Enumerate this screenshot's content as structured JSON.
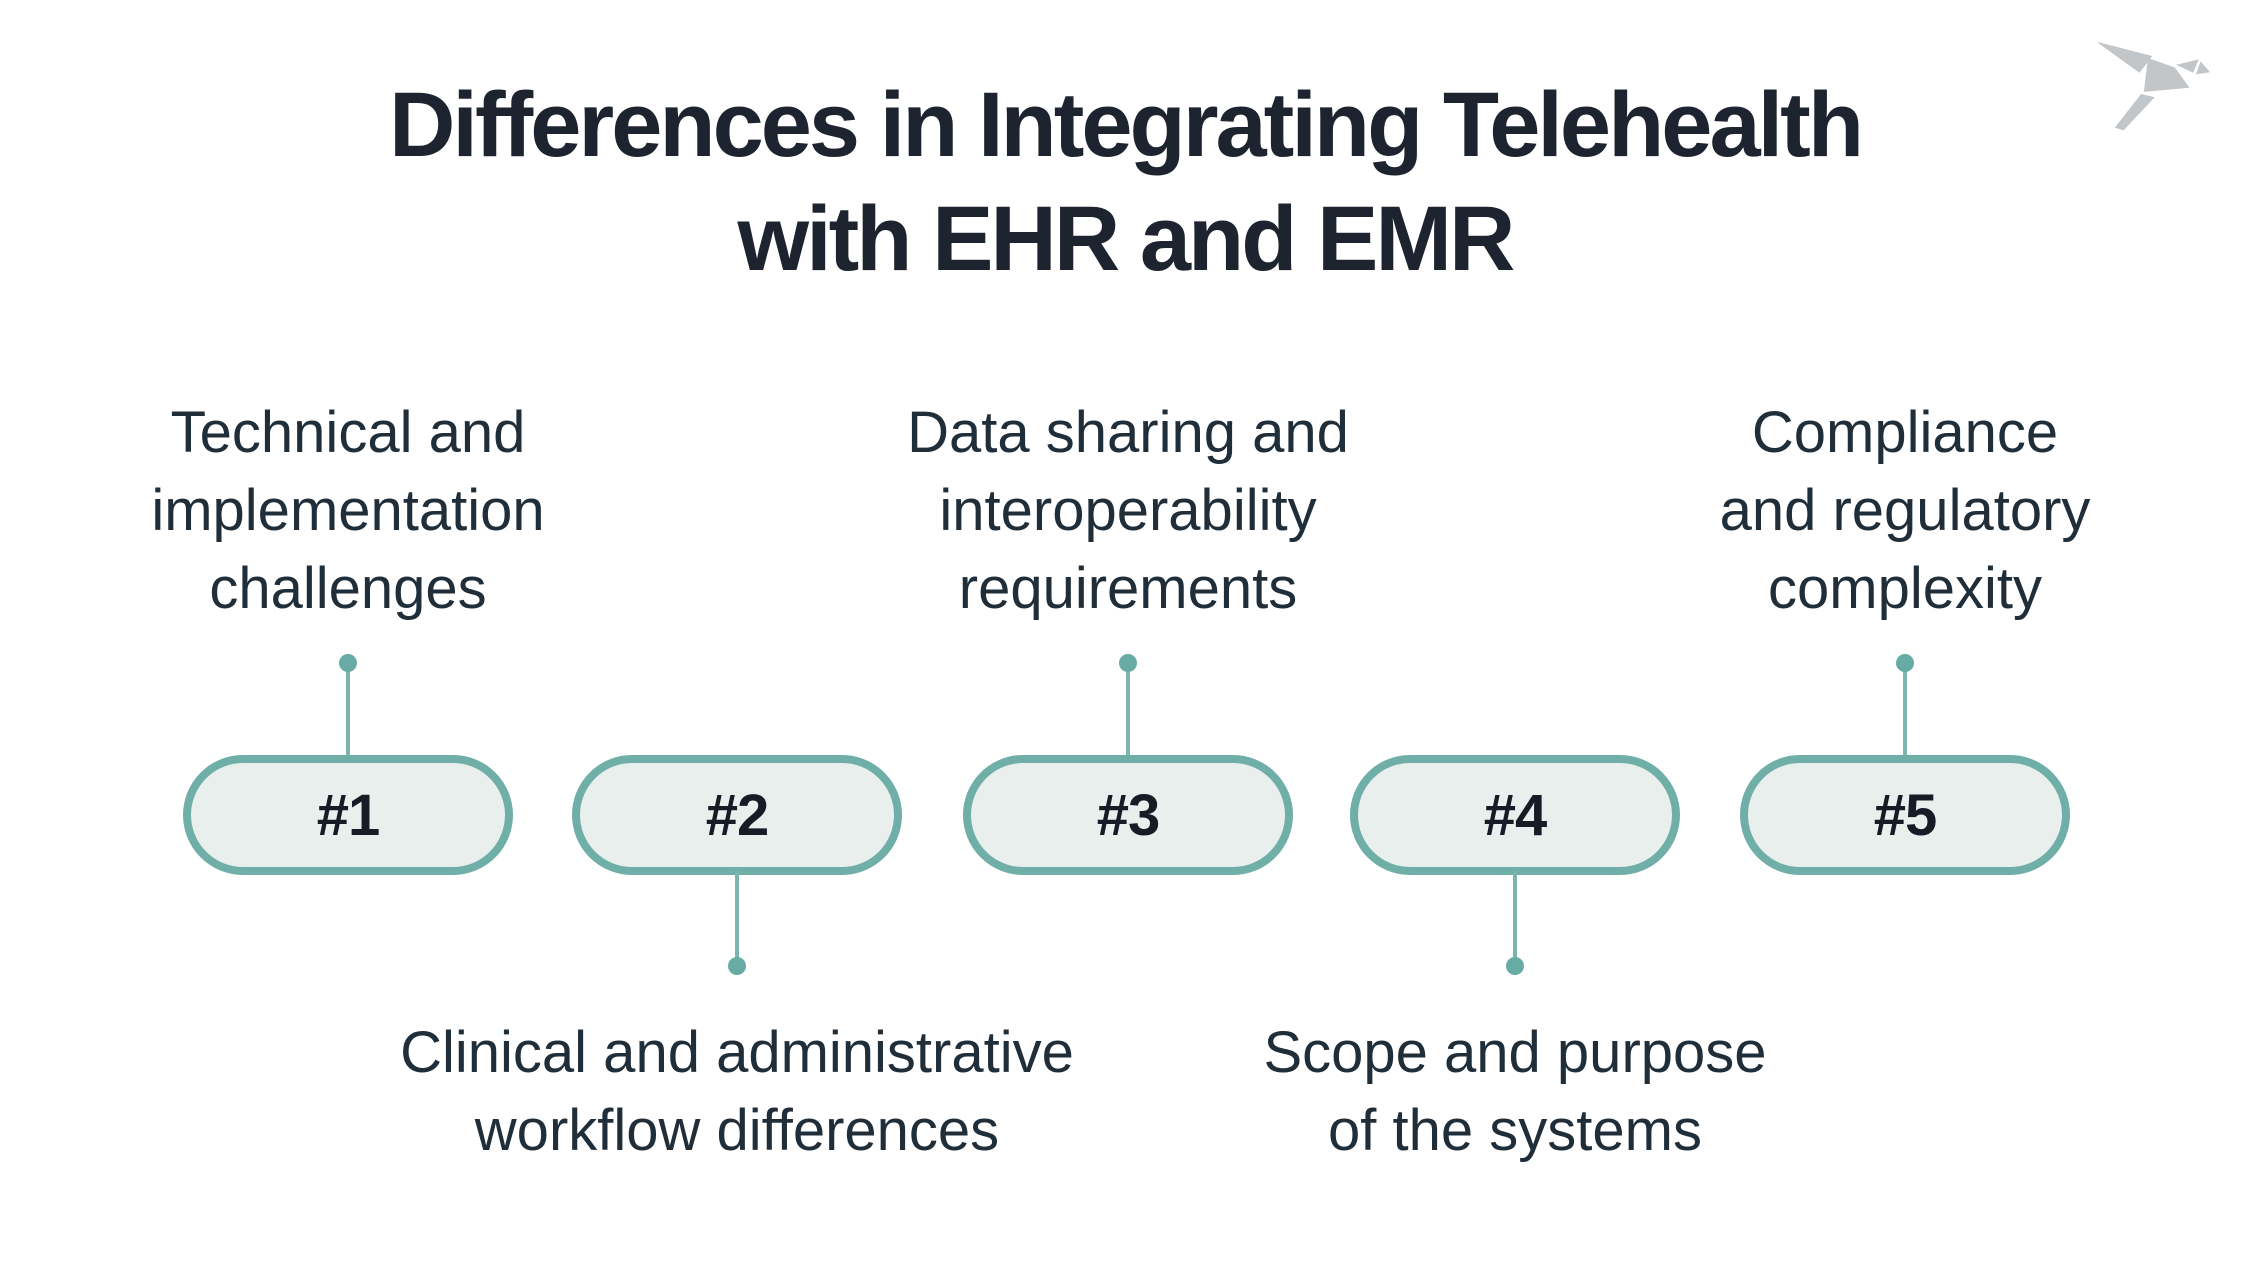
{
  "title": {
    "line1": "Differences in Integrating Telehealth",
    "line2": "with EHR and EMR"
  },
  "logo": {
    "name": "origami-bird"
  },
  "items": [
    {
      "number": "#1",
      "label": "Technical and\nimplementation\nchallenges",
      "label_position": "above"
    },
    {
      "number": "#2",
      "label": "Clinical and administrative\nworkflow differences",
      "label_position": "below"
    },
    {
      "number": "#3",
      "label": "Data sharing and\ninteroperability\nrequirements",
      "label_position": "above"
    },
    {
      "number": "#4",
      "label": "Scope and purpose\nof the systems",
      "label_position": "below"
    },
    {
      "number": "#5",
      "label": "Compliance\nand regulatory\ncomplexity",
      "label_position": "above"
    }
  ],
  "colors": {
    "background": "#FFFFFF",
    "title_text": "#1D242F",
    "label_text": "#202E3A",
    "pill_fill": "#E8EFED",
    "pill_border": "#6FAFA8",
    "pill_number": "#151C26",
    "connector_line": "#7CB5AE",
    "connector_dot": "#68ABA4",
    "logo": "#C3C6C8"
  }
}
